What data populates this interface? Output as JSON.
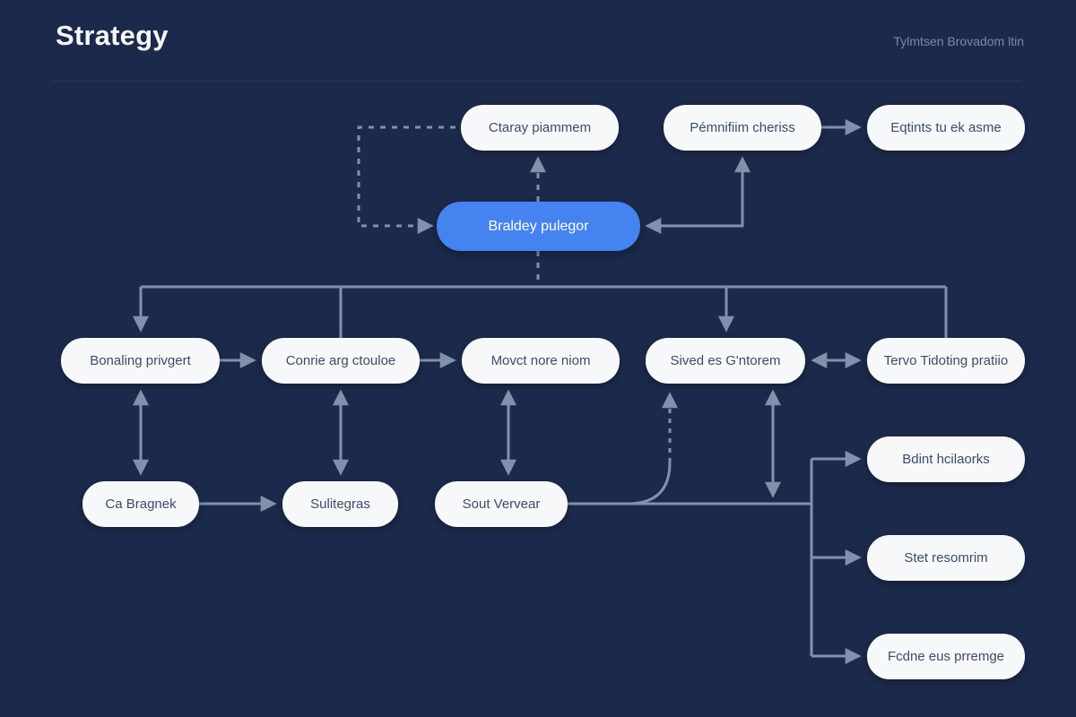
{
  "header": {
    "title": "Strategy",
    "subtitle": "Tylmtsen Brovadom ltin"
  },
  "nodes": {
    "top1": "Ctaray piammem",
    "top2": "Pémnifiim cheriss",
    "top3": "Eqtints tu ek asme",
    "hub": "Braldey pulegor",
    "mid1": "Bonaling privgert",
    "mid2": "Conrie arg ctouloe",
    "mid3": "Movct nore niom",
    "mid4": "Sived es G'ntorem",
    "mid5": "Tervo Tidoting pratiio",
    "low1": "Ca Bragnek",
    "low2": "Sulitegras",
    "low3": "Sout Vervear",
    "right1": "Bdint hcilaorks",
    "right2": "Stet resomrim",
    "right3": "Fcdne eus prremge"
  },
  "colors": {
    "background": "#1b2a4a",
    "node_fill": "#f7f8fa",
    "node_text": "#3d4c68",
    "accent_blue": "#4483f0",
    "connector": "#8191ac",
    "title_text": "#f5f7fa",
    "subtitle_text": "#7d89a3"
  }
}
